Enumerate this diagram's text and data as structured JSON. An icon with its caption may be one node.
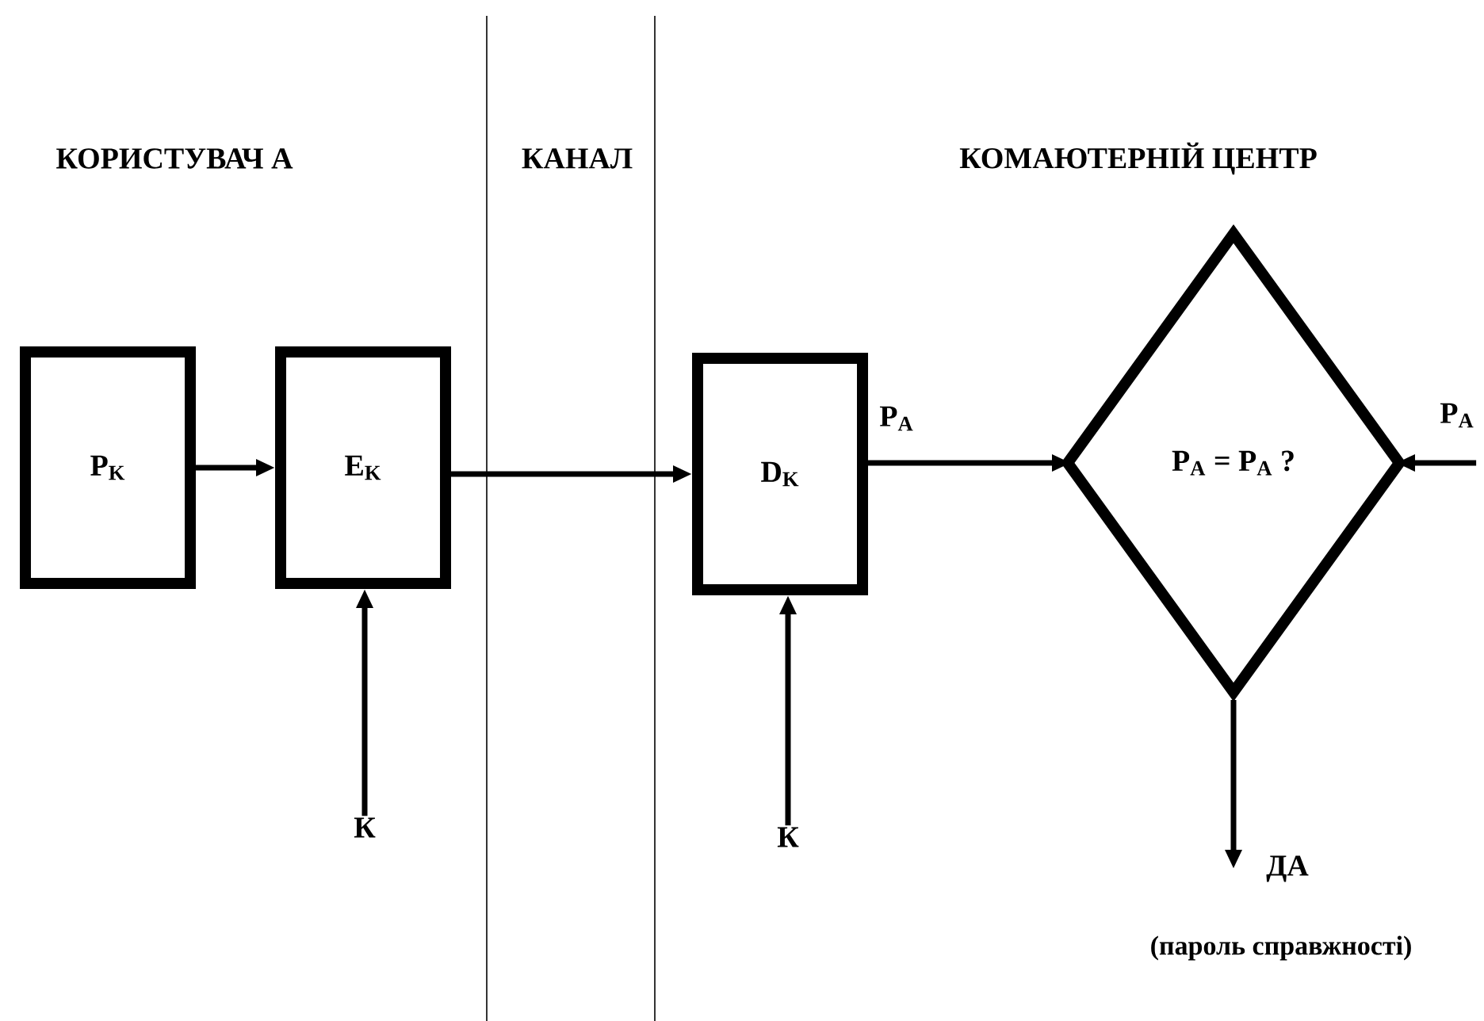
{
  "diagram": {
    "nodes": [
      {
        "text": [
          "P$_{K}$"
        ]
      },
      {
        "text": [
          "E$_{K}$"
        ]
      },
      {
        "text": [
          "D$_{K}$"
        ]
      },
      {
        "text": [
          "P$_{A}$ = P$_{A}$ ?"
        ]
      },
      {
        "text": [
          "К"
        ]
      },
      {
        "text": [
          "К"
        ]
      },
      {
        "text": [
          "P$_{A}$"
        ]
      },
      {
        "text": [
          "ДА"
        ],
        "beside": [
          "(пароль справжності)"
        ]
      }
    ],
    "edges": [
      {
        "from": 0,
        "to": 1,
        "arrow": "to"
      },
      {
        "from": 1,
        "to": 2,
        "arrow": "to"
      },
      {
        "from": 2,
        "to": 3,
        "arrow": "to",
        "label": "P$_{A}$"
      },
      {
        "from": 4,
        "to": 1,
        "arrow": "to"
      },
      {
        "from": 5,
        "to": 2,
        "arrow": "to"
      },
      {
        "from": 6,
        "to": 3,
        "arrow": "to"
      },
      {
        "from": 3,
        "to": 7,
        "arrow": "to"
      }
    ],
    "labels": [
      "КОРИСТУВАЧ  А",
      "КАНАЛ",
      "КОМАЮТЕРНІЙ ЦЕНТР"
    ]
  }
}
